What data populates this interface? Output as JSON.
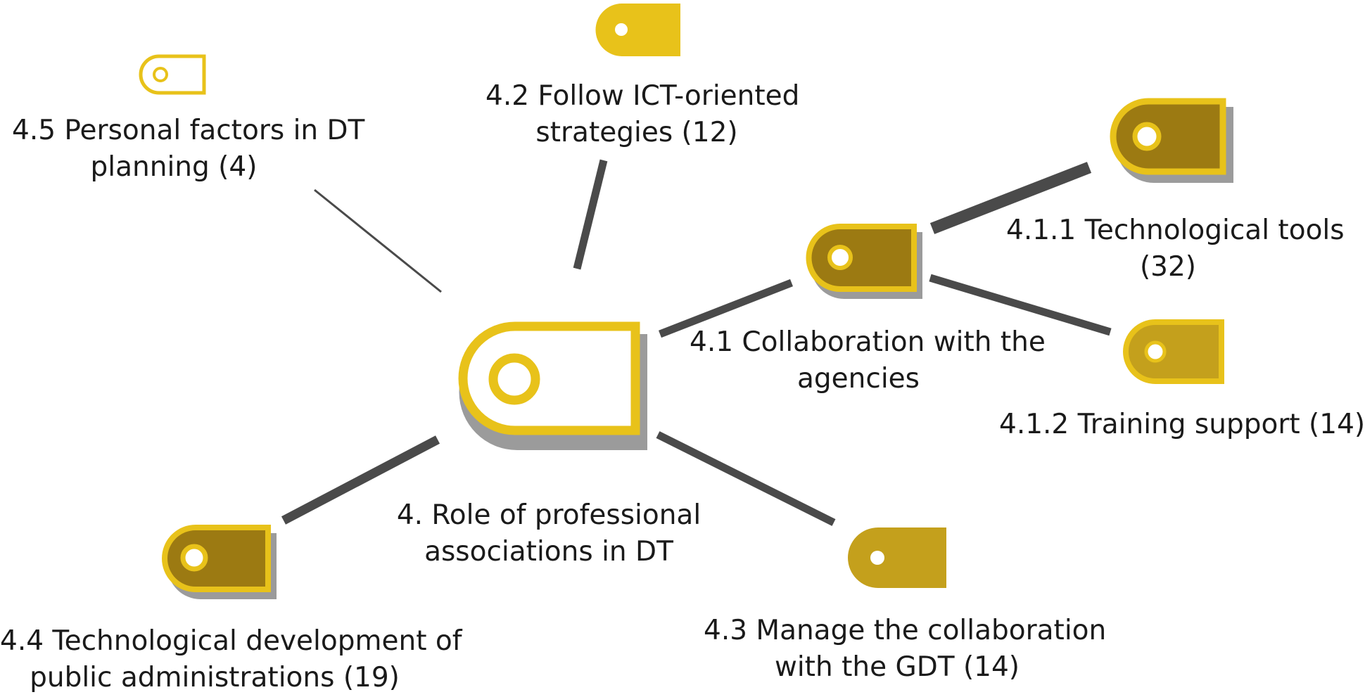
{
  "colors": {
    "gold": "#e8c21a",
    "dark_fill": "#9c7a12",
    "mid_fill": "#c4a01c",
    "shadow": "#9b9b9b",
    "line": "#4a4a4a",
    "text": "#1a1a1a"
  },
  "nodes": {
    "root": {
      "icon": "tag-icon",
      "line1": "4. Role of professional",
      "line2": "associations in DT"
    },
    "n41": {
      "icon": "tag-icon",
      "line1": "4.1 Collaboration with the",
      "line2": "agencies"
    },
    "n411": {
      "icon": "tag-icon",
      "line1": "4.1.1 Technological tools",
      "line2": "(32)"
    },
    "n412": {
      "icon": "tag-icon",
      "line1": "4.1.2 Training support (14)"
    },
    "n42": {
      "icon": "tag-icon",
      "line1": "4.2 Follow ICT-oriented",
      "line2": "strategies (12)"
    },
    "n43": {
      "icon": "tag-icon",
      "line1": "4.3 Manage the collaboration",
      "line2": "with the GDT (14)"
    },
    "n44": {
      "icon": "tag-icon",
      "line1": "4.4 Technological development of",
      "line2": "public administrations (19)"
    },
    "n45": {
      "icon": "tag-icon",
      "line1": "4.5 Personal factors in DT",
      "line2": "planning (4)"
    }
  }
}
